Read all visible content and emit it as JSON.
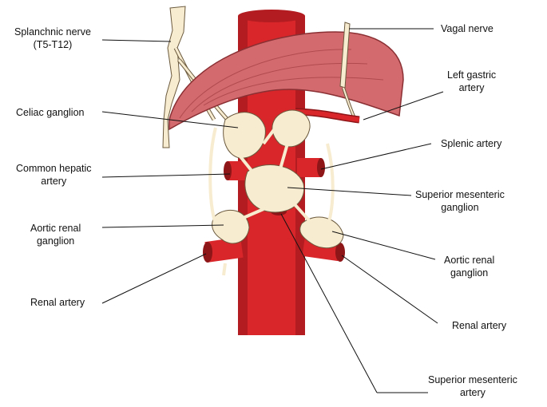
{
  "colors": {
    "aorta": "#d8262a",
    "aorta_dark": "#8e1518",
    "diaphragm": "#d36b6e",
    "diaphragm_dark": "#8a2f33",
    "nerve": "#f8ecd0",
    "nerve_outline": "#6b5a3e",
    "leader": "#111111"
  },
  "labels": {
    "splanchnic": {
      "line1": "Splanchnic nerve",
      "line2": "(T5-T12)"
    },
    "vagal": {
      "line1": "Vagal nerve"
    },
    "left_gastric": {
      "line1": "Left gastric",
      "line2": "artery"
    },
    "celiac": {
      "line1": "Celiac ganglion"
    },
    "splenic": {
      "line1": "Splenic artery"
    },
    "common_hepatic": {
      "line1": "Common hepatic",
      "line2": "artery"
    },
    "sup_mes_ganglion": {
      "line1": "Superior mesenteric",
      "line2": "ganglion"
    },
    "aortic_renal_left": {
      "line1": "Aortic renal",
      "line2": "ganglion"
    },
    "aortic_renal_right": {
      "line1": "Aortic renal",
      "line2": "ganglion"
    },
    "renal_left": {
      "line1": "Renal artery"
    },
    "renal_right": {
      "line1": "Renal artery"
    },
    "sup_mes_artery": {
      "line1": "Superior mesenteric",
      "line2": "artery"
    }
  }
}
